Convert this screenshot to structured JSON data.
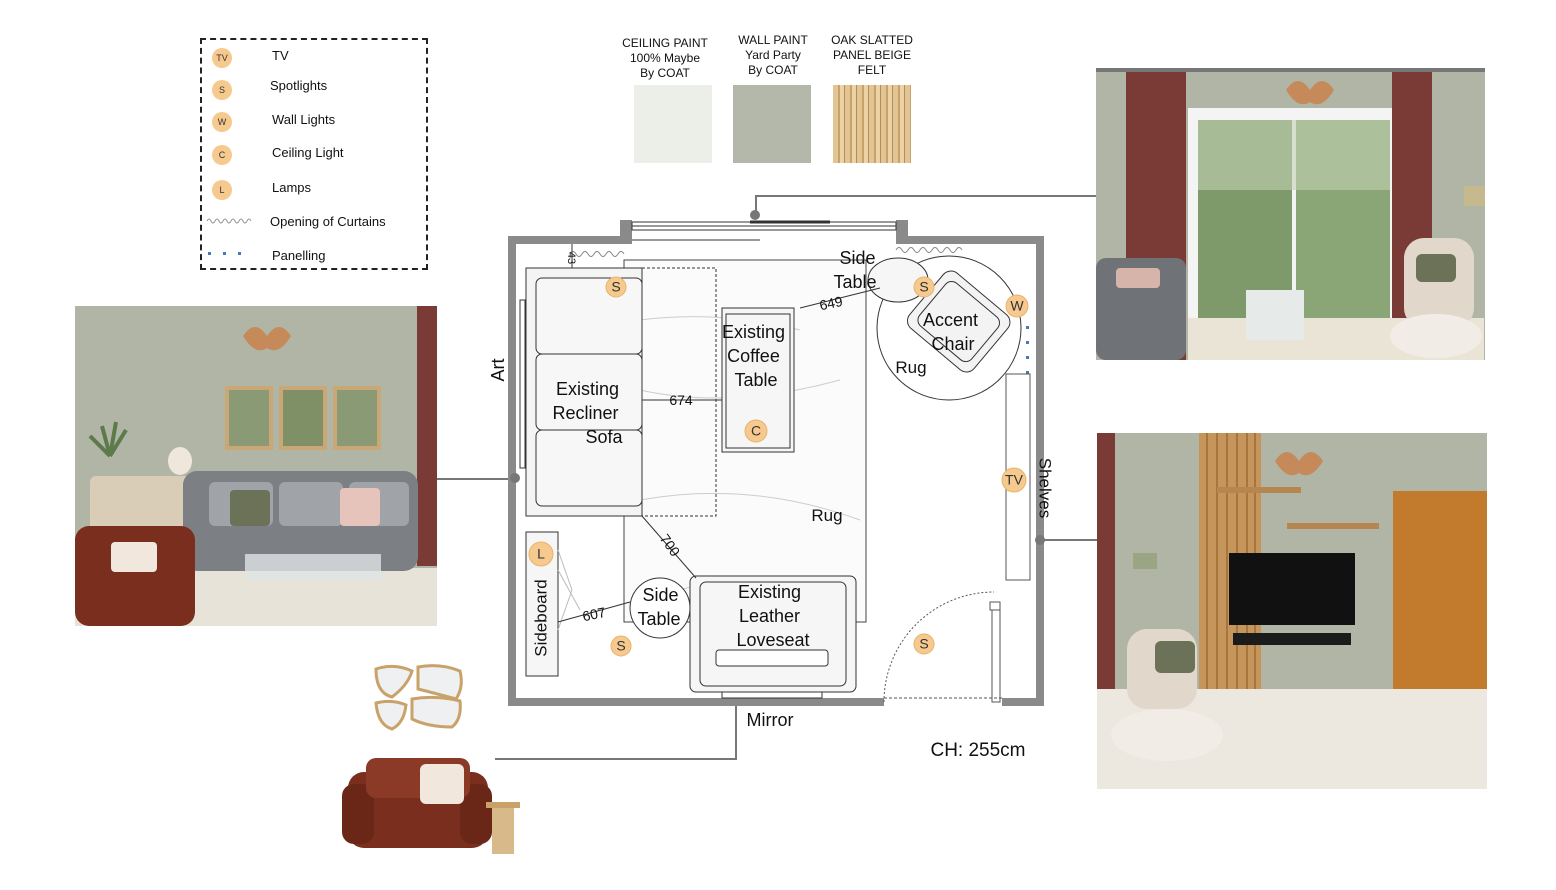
{
  "legend": {
    "items": [
      {
        "code": "TV",
        "label": "TV"
      },
      {
        "code": "S",
        "label": "Spotlights"
      },
      {
        "code": "W",
        "label": "Wall Lights"
      },
      {
        "code": "C",
        "label": "Ceiling Light"
      },
      {
        "code": "L",
        "label": "Lamps"
      },
      {
        "code": "",
        "label": "Opening of Curtains"
      },
      {
        "code": "",
        "label": "Panelling"
      }
    ]
  },
  "swatches": [
    {
      "line1": "CEILING PAINT",
      "line2": "100% Maybe",
      "line3": "By COAT",
      "color": "#eceee8"
    },
    {
      "line1": "WALL PAINT",
      "line2": "Yard Party",
      "line3": "By COAT",
      "color": "#b4b8aa"
    },
    {
      "line1": "OAK SLATTED",
      "line2": "PANEL BEIGE",
      "line3": "FELT",
      "color": "#d9b987"
    }
  ],
  "plan": {
    "art": "Art",
    "shelves": "Shelves",
    "mirror": "Mirror",
    "ceiling_height": "CH: 255cm",
    "sofa": [
      "Existing",
      "Recliner",
      "Sofa"
    ],
    "coffee_table": [
      "Existing",
      "Coffee",
      "Table"
    ],
    "side_table_top": [
      "Side",
      "Table"
    ],
    "accent_chair": [
      "Accent",
      "Chair"
    ],
    "rug_small": "Rug",
    "rug_main": "Rug",
    "loveseat": [
      "Existing",
      "Leather",
      "Loveseat"
    ],
    "side_table_bottom": [
      "Side",
      "Table"
    ],
    "sideboard": "Sideboard",
    "dims": {
      "d1": "674",
      "d2": "649",
      "d3": "700",
      "d4": "607",
      "d5": "43"
    },
    "badges": {
      "s": "S",
      "w": "W",
      "c": "C",
      "l": "L",
      "tv": "TV"
    }
  },
  "colors": {
    "wall": "#b3b8a8",
    "badge": "#f6c98f",
    "curtain": "#7a3a35",
    "leather": "#7a2f1e",
    "oak": "#c8893f"
  }
}
